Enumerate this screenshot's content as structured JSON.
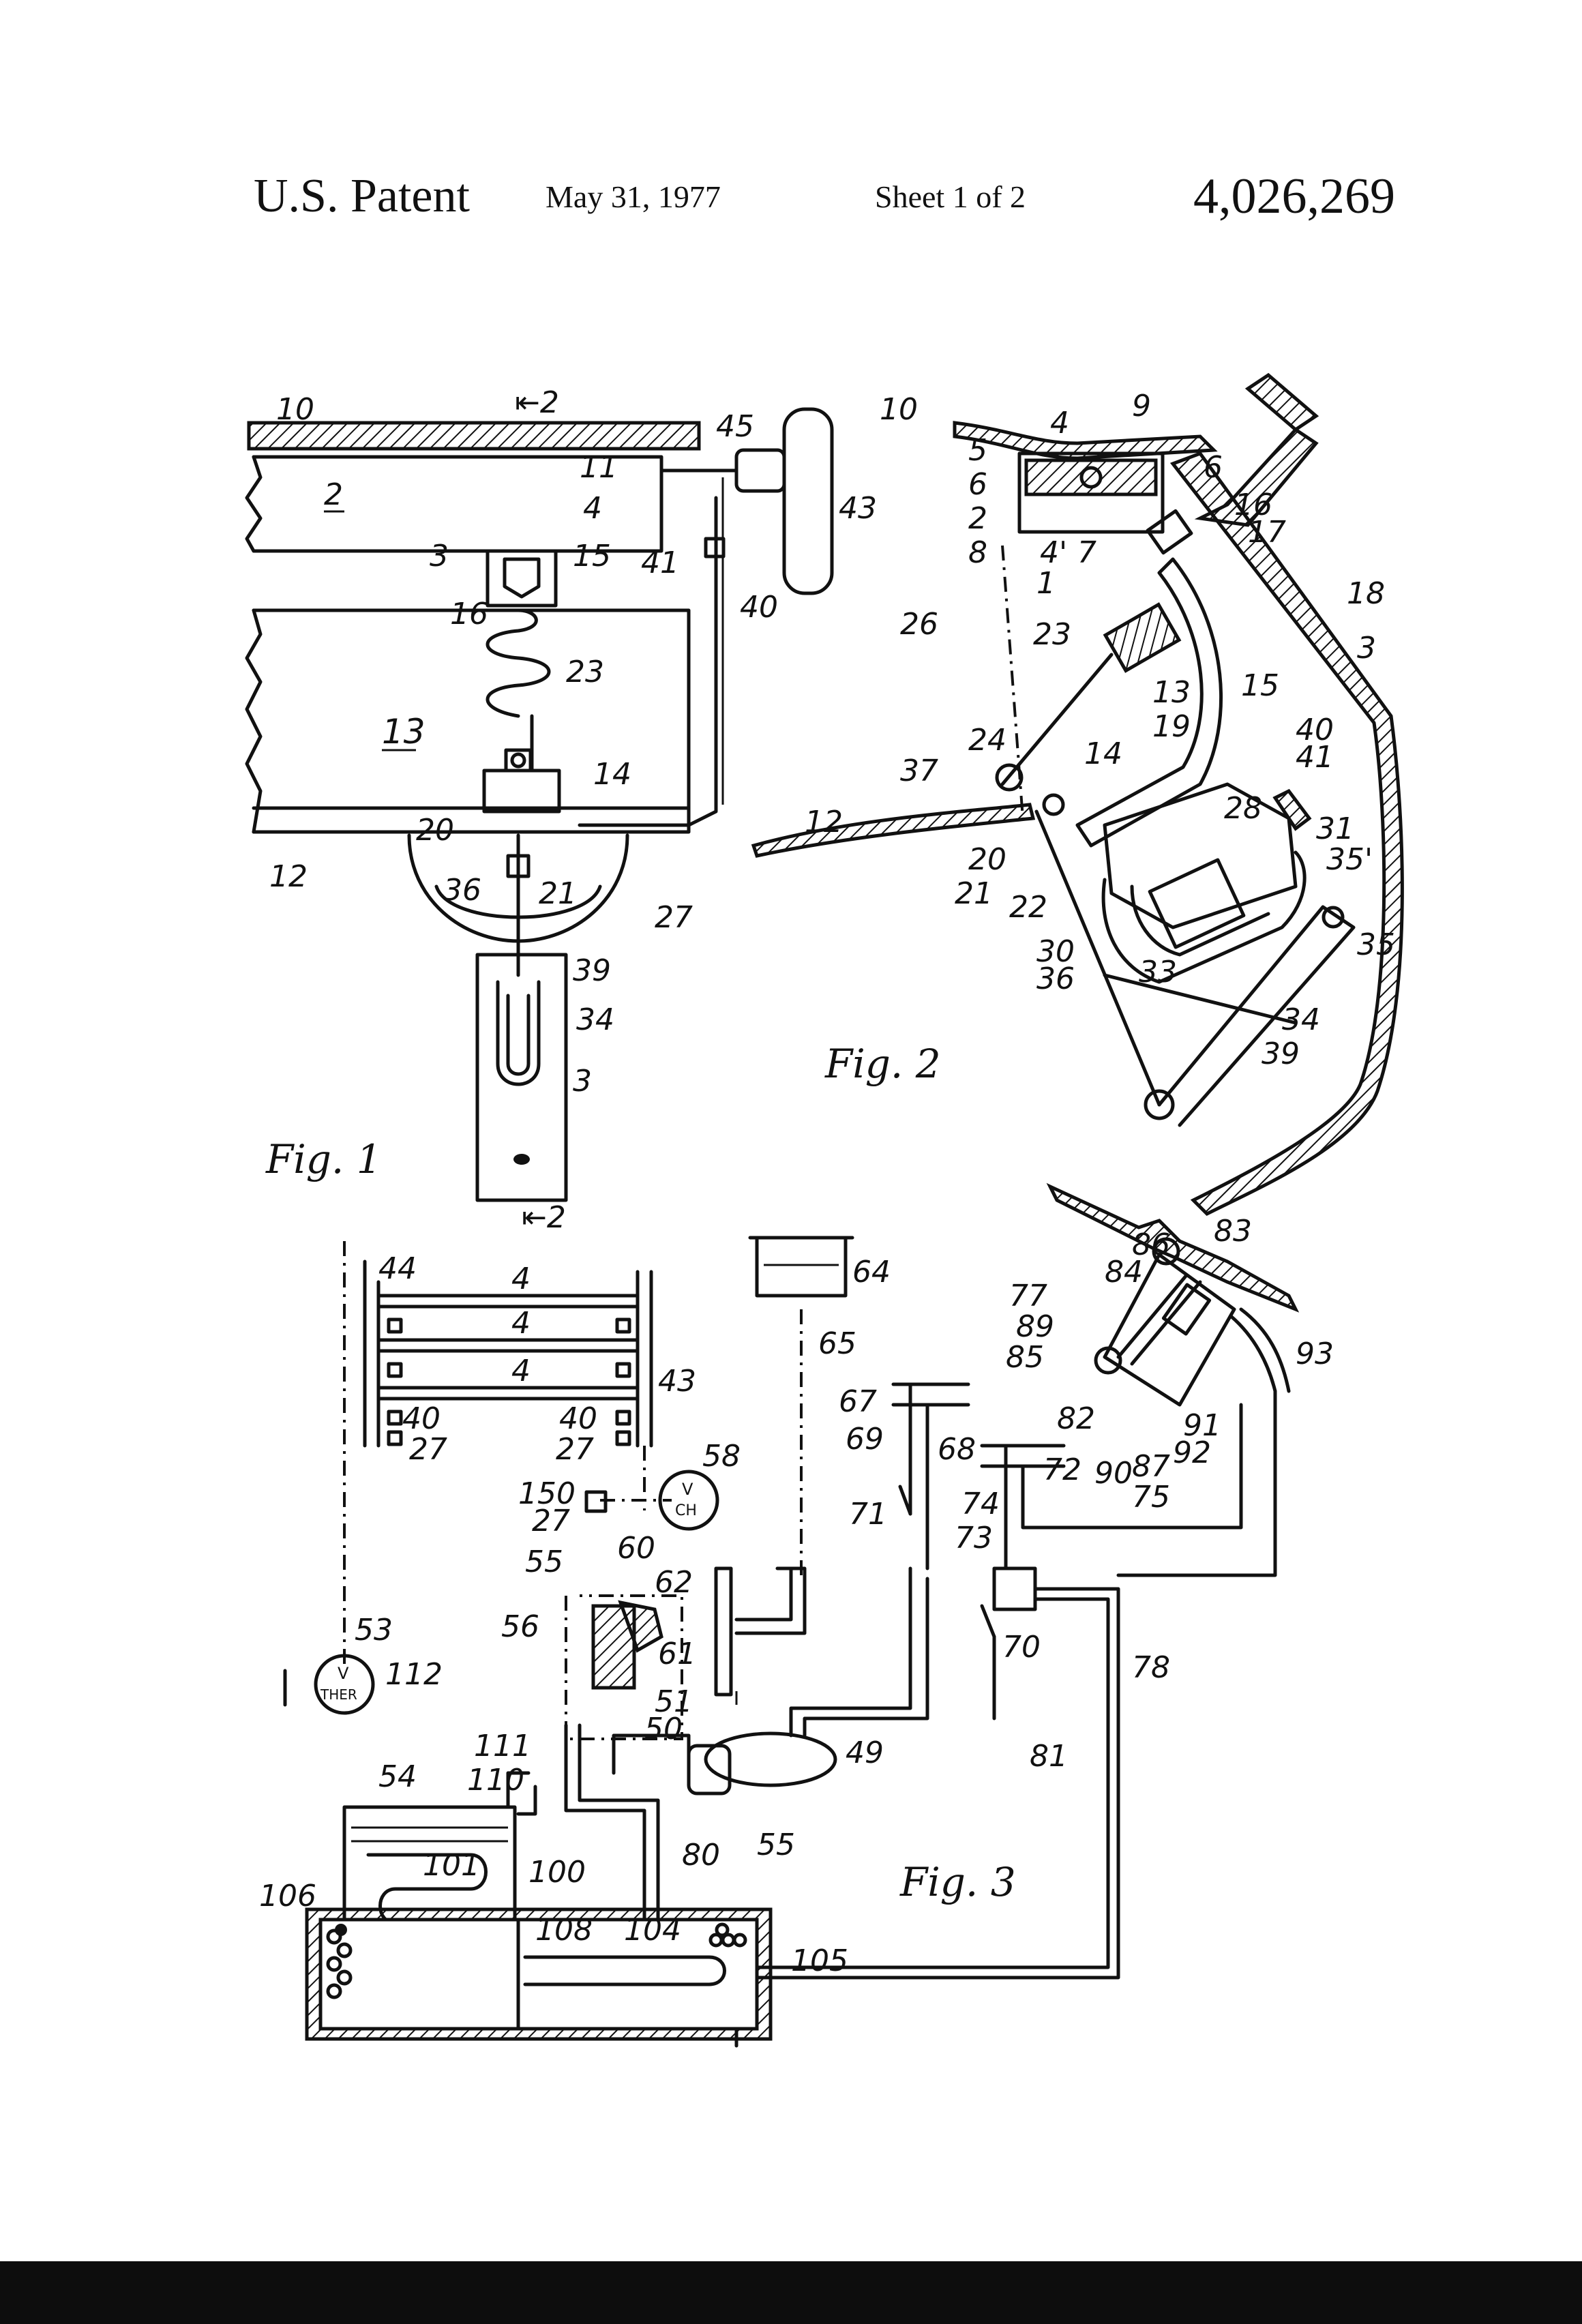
{
  "header": {
    "publication": "U.S. Patent",
    "date": "May 31, 1977",
    "sheet": "Sheet 1 of 2",
    "patent_number": "4,026,269"
  },
  "figures": {
    "fig1": {
      "caption": "Fig. 1",
      "section_top": "2",
      "section_bottom": "2",
      "labels": [
        "10",
        "2",
        "45",
        "43",
        "11",
        "4",
        "3",
        "15",
        "41",
        "16",
        "40",
        "23",
        "13",
        "14",
        "20",
        "12",
        "36",
        "21",
        "27",
        "39",
        "34",
        "3"
      ]
    },
    "fig2": {
      "caption": "Fig. 2",
      "labels": [
        "10",
        "4",
        "9",
        "5",
        "6",
        "6",
        "2",
        "16",
        "8",
        "4'",
        "7",
        "17",
        "1",
        "18",
        "26",
        "23",
        "3",
        "13",
        "15",
        "19",
        "40",
        "24",
        "14",
        "41",
        "37",
        "28",
        "12",
        "20",
        "31",
        "21",
        "35'",
        "22",
        "30",
        "35",
        "36",
        "33",
        "34",
        "39"
      ]
    },
    "fig3": {
      "caption": "Fig. 3",
      "labels": [
        "44",
        "4",
        "4",
        "4",
        "43",
        "40",
        "40",
        "27",
        "27",
        "64",
        "65",
        "67",
        "69",
        "68",
        "71",
        "74",
        "73",
        "70",
        "72",
        "75",
        "86",
        "83",
        "84",
        "77",
        "89",
        "85",
        "82",
        "90",
        "87",
        "91",
        "92",
        "93",
        "58",
        "150",
        "27",
        "55",
        "60",
        "62",
        "56",
        "61",
        "51",
        "50",
        "49",
        "53",
        "112",
        "78",
        "81",
        "111",
        "110",
        "54",
        "80",
        "55",
        "100",
        "101",
        "106",
        "108",
        "104",
        "105"
      ],
      "gauges": [
        {
          "line1": "V",
          "line2": "CH"
        },
        {
          "line1": "V",
          "line2": "THER"
        }
      ]
    }
  }
}
